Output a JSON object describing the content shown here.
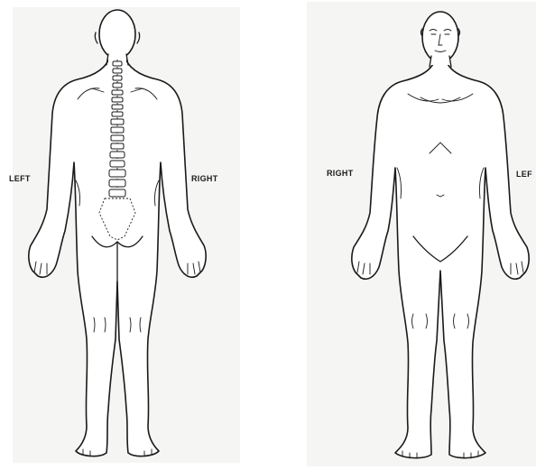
{
  "diagram": {
    "back_view": {
      "left_label": "LEFT",
      "right_label": "RIGHT"
    },
    "front_view": {
      "right_label": "RIGHT",
      "left_label": "LEF"
    }
  }
}
